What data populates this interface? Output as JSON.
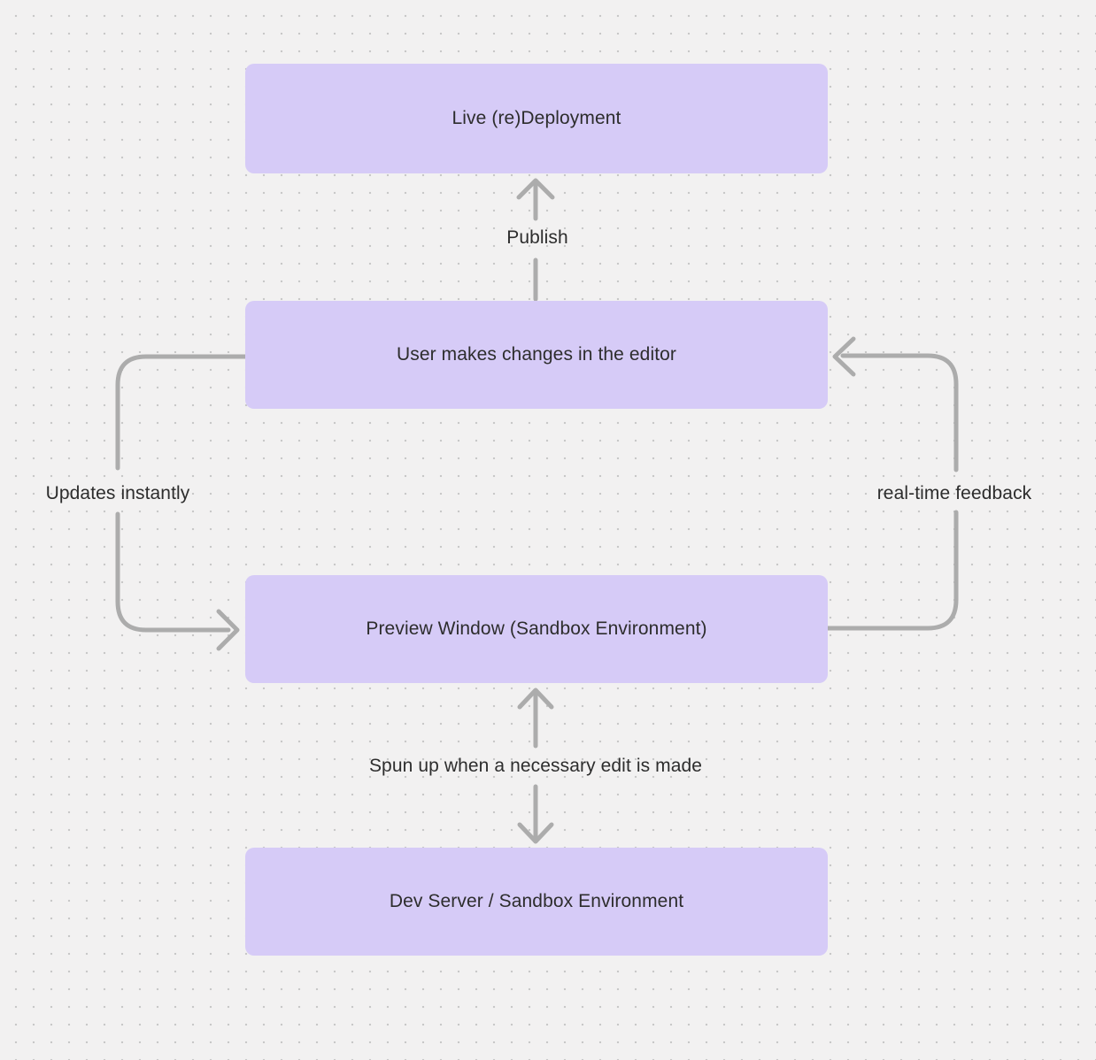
{
  "canvas": {
    "colors": {
      "background": "#F2F1F1",
      "dot_color": "#C8C8C8",
      "node_fill": "#D6CBF7",
      "text_color": "#2D2D2D",
      "arrow_color": "#ACACAC"
    }
  },
  "diagram": {
    "nodes": [
      {
        "id": "live-redeployment",
        "label": "Live (re)Deployment"
      },
      {
        "id": "user-editor",
        "label": "User makes changes in the editor"
      },
      {
        "id": "preview-window",
        "label": "Preview Window (Sandbox Environment)"
      },
      {
        "id": "dev-server",
        "label": "Dev Server / Sandbox Environment"
      }
    ],
    "edges": [
      {
        "id": "publish",
        "label": "Publish",
        "from": "user-editor",
        "to": "live-redeployment",
        "direction": "up"
      },
      {
        "id": "updates-instantly",
        "label": "Updates instantly",
        "from": "user-editor",
        "to": "preview-window",
        "direction": "left-loop-down"
      },
      {
        "id": "real-time-feedback",
        "label": "real-time feedback",
        "from": "preview-window",
        "to": "user-editor",
        "direction": "right-loop-up"
      },
      {
        "id": "spun-up",
        "label": "Spun up when a necessary edit is made",
        "from": "preview-window",
        "to": "dev-server",
        "direction": "bidirectional"
      }
    ]
  }
}
